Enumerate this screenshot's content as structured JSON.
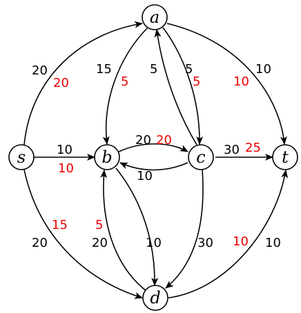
{
  "colors": {
    "capacity": "#000000",
    "flow": "#ee0000",
    "stroke": "#000000"
  },
  "nodes": {
    "s": {
      "label": "s"
    },
    "a": {
      "label": "a"
    },
    "b": {
      "label": "b"
    },
    "c": {
      "label": "c"
    },
    "d": {
      "label": "d"
    },
    "t": {
      "label": "t"
    }
  },
  "edges": [
    {
      "from": "s",
      "to": "a",
      "capacity": "20",
      "flow": "20"
    },
    {
      "from": "s",
      "to": "b",
      "capacity": "10",
      "flow": "10"
    },
    {
      "from": "s",
      "to": "d",
      "capacity": "20",
      "flow": "15"
    },
    {
      "from": "a",
      "to": "b",
      "capacity": "15",
      "flow": "5"
    },
    {
      "from": "c",
      "to": "a",
      "capacity": "5",
      "flow": ""
    },
    {
      "from": "a",
      "to": "c",
      "capacity": "5",
      "flow": "5"
    },
    {
      "from": "a",
      "to": "t",
      "capacity": "10",
      "flow": "10"
    },
    {
      "from": "b",
      "to": "c",
      "capacity": "20",
      "flow": "20"
    },
    {
      "from": "c",
      "to": "b",
      "capacity": "10",
      "flow": ""
    },
    {
      "from": "d",
      "to": "b",
      "capacity": "20",
      "flow": "5"
    },
    {
      "from": "b",
      "to": "d",
      "capacity": "10",
      "flow": ""
    },
    {
      "from": "c",
      "to": "t",
      "capacity": "30",
      "flow": "25"
    },
    {
      "from": "c",
      "to": "d",
      "capacity": "30",
      "flow": ""
    },
    {
      "from": "d",
      "to": "t",
      "capacity": "10",
      "flow": "10"
    }
  ]
}
